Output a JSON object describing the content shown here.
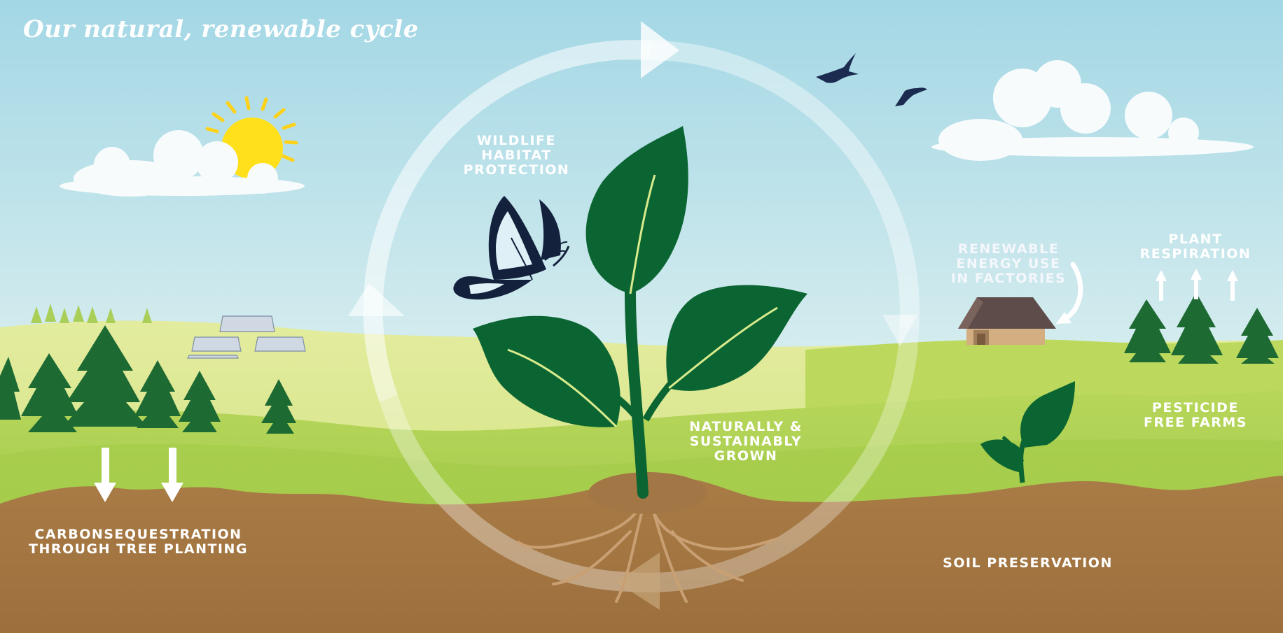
{
  "title": "Our natural, renewable cycle",
  "labels": {
    "wildlife": [
      "WILDLIFE",
      "HABITAT",
      "PROTECTION"
    ],
    "renewable_energy": [
      "RENEWABLE",
      "ENERGY USE",
      "IN FACTORIES"
    ],
    "plant_respiration": [
      "PLANT",
      "RESPIRATION"
    ],
    "pesticide": [
      "PESTICIDE",
      "FREE FARMS"
    ],
    "naturally_grown": [
      "NATURALLY &",
      "SUSTAINABLY",
      "GROWN"
    ],
    "carbon": [
      "CARBONSEQUESTRATION",
      "THROUGH TREE PLANTING"
    ],
    "soil": [
      "SOIL PRESERVATION"
    ]
  },
  "colors": {
    "sky_top": "#a6d8e6",
    "sky_bottom": "#e8f3ef",
    "hill_light": "#c9de6e",
    "hill_mid": "#a8cd4c",
    "soil": "#a77a45",
    "leaf_dark": "#0b6532",
    "tree": "#1f6b34",
    "sun": "#ffe01b",
    "butterfly": "#14213d",
    "bird": "#1c2c50"
  },
  "icons": [
    "sun-icon",
    "cloud-icon",
    "bird-icon",
    "butterfly-icon",
    "sprout-icon",
    "tree-icon",
    "house-icon",
    "solar-panel-icon",
    "down-arrow-icon",
    "up-arrow-icon",
    "cycle-arrow-icon"
  ]
}
